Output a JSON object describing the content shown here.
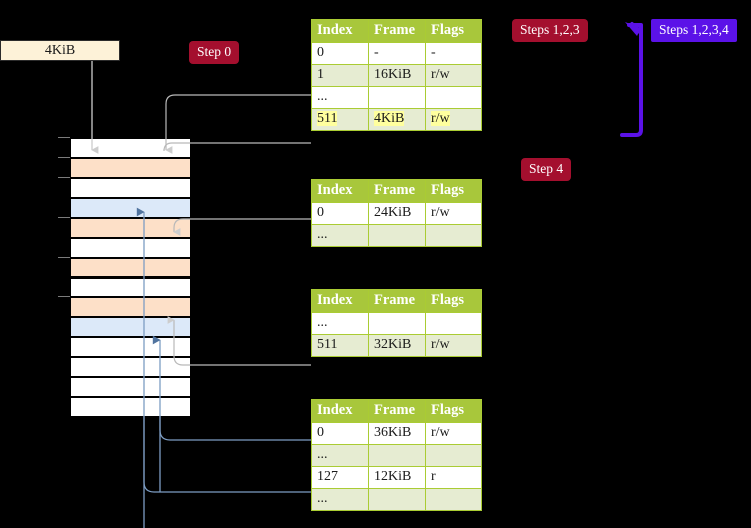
{
  "labels": {
    "step0": "Step 0",
    "steps123": "Steps 1,2,3",
    "steps1234": "Steps 1,2,3,4",
    "step4": "Step 4"
  },
  "colors": {
    "badge_red": "#a40f2e",
    "badge_violet": "#5b12e8",
    "table_header": "#a8c73b",
    "table_row_alt": "#e6ecd2",
    "highlight": "#ffff9e",
    "page_box": "#fdf2d8",
    "mem_orange": "#fde0c8",
    "mem_blue": "#dce9f9",
    "connector_gray": "#b9b9b9",
    "connector_blue": "#7d9dc4"
  },
  "page_box": {
    "label": "4KiB"
  },
  "memory_column": {
    "rows": [
      {
        "fill": "white",
        "tick": true
      },
      {
        "fill": "orange",
        "tick": true
      },
      {
        "fill": "white",
        "tick": true
      },
      {
        "fill": "blue",
        "tick": false
      },
      {
        "fill": "orange",
        "tick": true
      },
      {
        "fill": "white",
        "tick": false
      },
      {
        "fill": "orange",
        "tick": true
      },
      {
        "fill": "white",
        "tick": false
      },
      {
        "fill": "orange",
        "tick": true
      },
      {
        "fill": "blue",
        "tick": false
      },
      {
        "fill": "white",
        "tick": false
      },
      {
        "fill": "white",
        "tick": false
      },
      {
        "fill": "white",
        "tick": false
      },
      {
        "fill": "white",
        "tick": false
      }
    ]
  },
  "tables": [
    {
      "name": "pml4-table",
      "headers": [
        "Index",
        "Frame",
        "Flags"
      ],
      "rows": [
        {
          "style": "row-white",
          "highlight": false,
          "cells": [
            "0",
            "-",
            "-"
          ]
        },
        {
          "style": "row-green",
          "highlight": false,
          "cells": [
            "1",
            "16KiB",
            "r/w"
          ]
        },
        {
          "style": "row-white",
          "highlight": false,
          "cells": [
            "...",
            "",
            ""
          ]
        },
        {
          "style": "row-green",
          "highlight": true,
          "cells": [
            "511",
            "4KiB",
            "r/w"
          ]
        }
      ]
    },
    {
      "name": "pdpt-table",
      "headers": [
        "Index",
        "Frame",
        "Flags"
      ],
      "rows": [
        {
          "style": "row-white",
          "highlight": false,
          "cells": [
            "0",
            "24KiB",
            "r/w"
          ]
        },
        {
          "style": "row-green",
          "highlight": false,
          "cells": [
            "...",
            "",
            ""
          ]
        }
      ]
    },
    {
      "name": "pd-table",
      "headers": [
        "Index",
        "Frame",
        "Flags"
      ],
      "rows": [
        {
          "style": "row-white",
          "highlight": false,
          "cells": [
            "...",
            "",
            ""
          ]
        },
        {
          "style": "row-green",
          "highlight": false,
          "cells": [
            "511",
            "32KiB",
            "r/w"
          ]
        }
      ]
    },
    {
      "name": "pt-table",
      "headers": [
        "Index",
        "Frame",
        "Flags"
      ],
      "rows": [
        {
          "style": "row-white",
          "highlight": false,
          "cells": [
            "0",
            "36KiB",
            "r/w"
          ]
        },
        {
          "style": "row-green",
          "highlight": false,
          "cells": [
            "...",
            "",
            ""
          ]
        },
        {
          "style": "row-white",
          "highlight": false,
          "cells": [
            "127",
            "12KiB",
            "r"
          ]
        },
        {
          "style": "row-green",
          "highlight": false,
          "cells": [
            "...",
            "",
            ""
          ]
        }
      ]
    }
  ]
}
